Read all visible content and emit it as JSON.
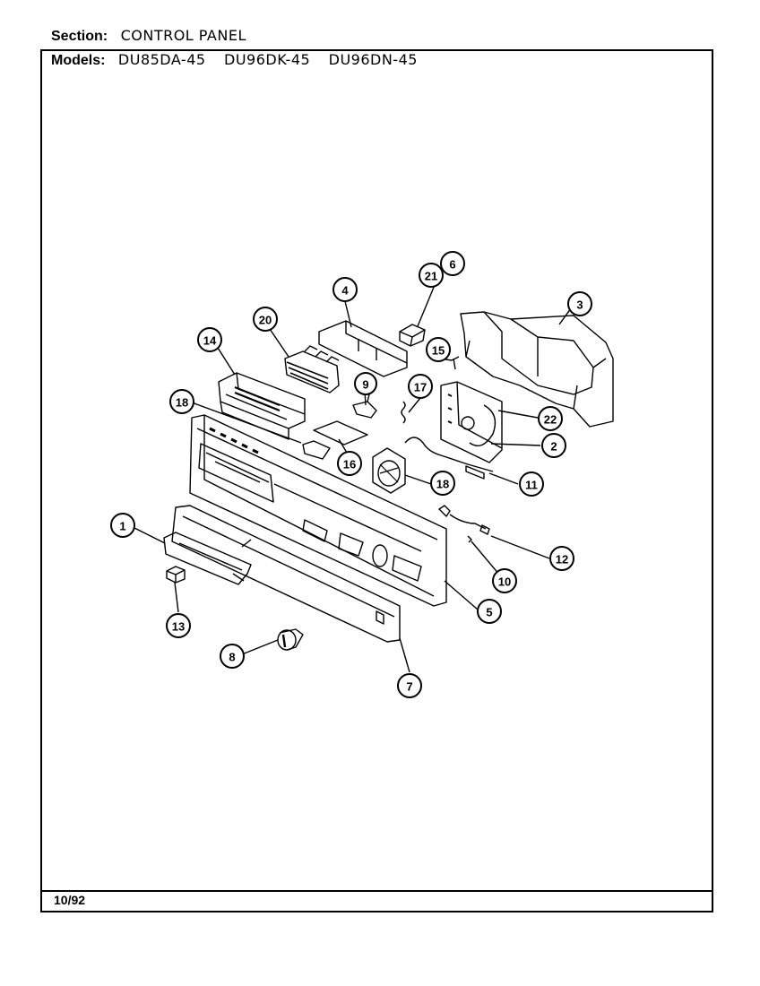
{
  "header": {
    "section_label": "Section:",
    "section_value": "CONTROL PANEL",
    "models_label": "Models:",
    "models": [
      "DU85DA-45",
      "DU96DK-45",
      "DU96DN-45"
    ]
  },
  "footer": {
    "date": "10/92"
  },
  "callouts": [
    {
      "id": "1",
      "label": "1"
    },
    {
      "id": "2",
      "label": "2"
    },
    {
      "id": "3",
      "label": "3"
    },
    {
      "id": "4",
      "label": "4"
    },
    {
      "id": "5",
      "label": "5"
    },
    {
      "id": "6",
      "label": "6"
    },
    {
      "id": "7",
      "label": "7"
    },
    {
      "id": "8",
      "label": "8"
    },
    {
      "id": "9",
      "label": "9"
    },
    {
      "id": "10",
      "label": "10"
    },
    {
      "id": "11",
      "label": "11"
    },
    {
      "id": "12",
      "label": "12"
    },
    {
      "id": "13",
      "label": "13"
    },
    {
      "id": "14",
      "label": "14"
    },
    {
      "id": "15",
      "label": "15"
    },
    {
      "id": "16",
      "label": "16"
    },
    {
      "id": "17",
      "label": "17"
    },
    {
      "id": "18a",
      "label": "18"
    },
    {
      "id": "18b",
      "label": "18"
    },
    {
      "id": "20",
      "label": "20"
    },
    {
      "id": "21",
      "label": "21"
    },
    {
      "id": "22",
      "label": "22"
    }
  ]
}
